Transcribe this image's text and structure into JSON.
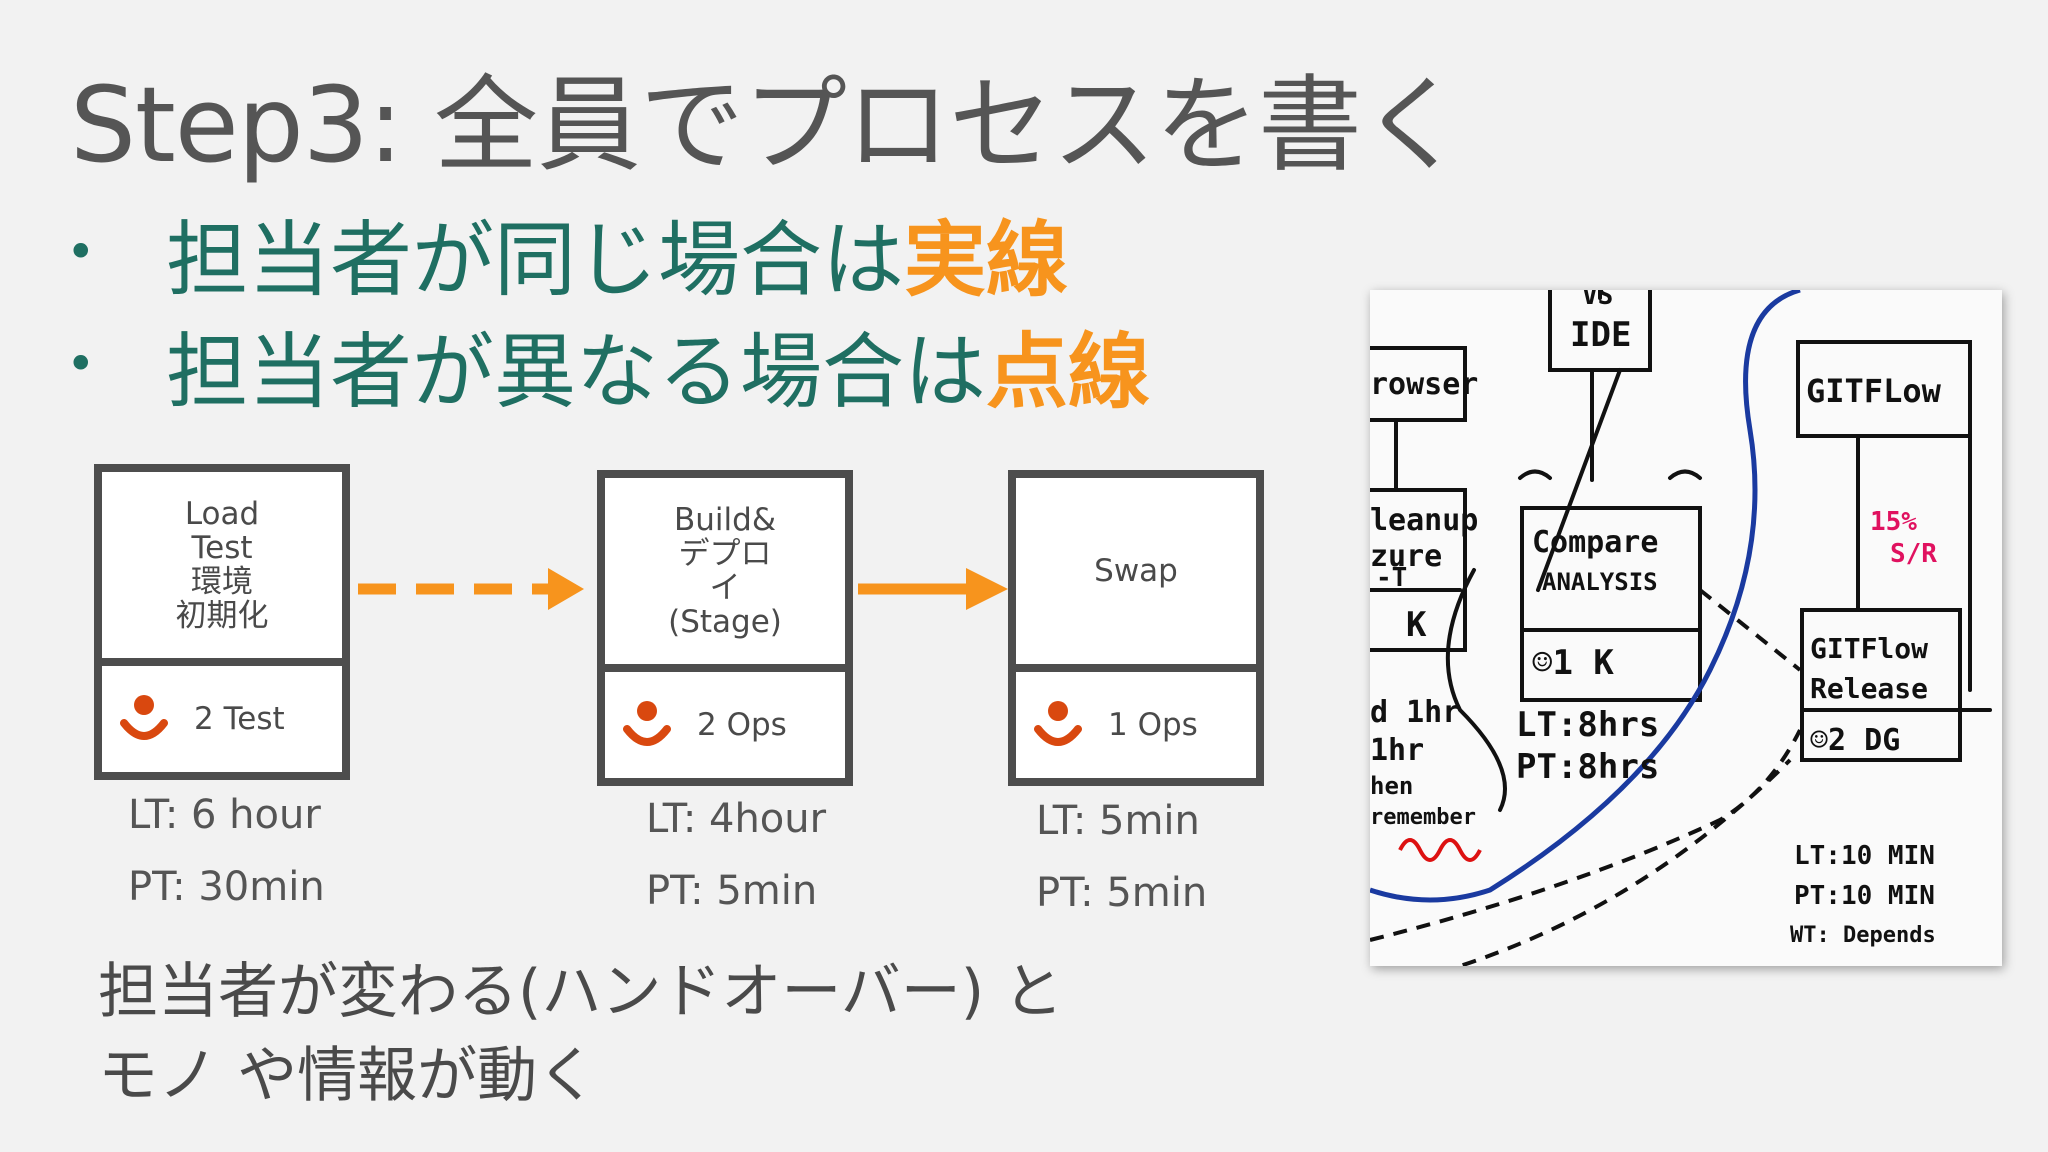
{
  "title": "Step3: 全員でプロセスを書く",
  "bullets": [
    {
      "text": "担当者が同じ場合は",
      "highlight": "実線"
    },
    {
      "text": "担当者が異なる場合は",
      "highlight": "点線"
    }
  ],
  "steps": [
    {
      "name": "Load\nTest\n環境\n初期化",
      "owner": "2 Test",
      "lt": "LT: 6 hour",
      "pt": "PT: 30min"
    },
    {
      "name": "Build&\nデプロ\nイ\n(Stage)",
      "owner": "2 Ops",
      "lt": "LT: 4hour",
      "pt": "PT: 5min"
    },
    {
      "name": "Swap",
      "owner": "1 Ops",
      "lt": "LT: 5min",
      "pt": "PT: 5min"
    }
  ],
  "note": {
    "line1": "担当者が変わる(ハンドオーバー) と",
    "line2": "モノ や情報が動く"
  },
  "whiteboard": {
    "ide": "IDE",
    "vs": "VS",
    "browser": "rowser",
    "gitflow": "GITFLow",
    "compare1": "Compare",
    "compare2": "ANALYSIS",
    "cleanup1": "leanup",
    "cleanup2": "zure",
    "cleanup3": "-T",
    "k1": "K",
    "smiley_k": "☺1  K",
    "lt": "LT:8hrs",
    "pt": "PT:8hrs",
    "d1hr": "d 1hr",
    "hr": "1hr",
    "hen": "hen",
    "remember": "remember",
    "release1": "GITFlow",
    "release2": "Release",
    "dg": "☺2 DG",
    "lt2": "LT:10 MIN",
    "pt2": "PT:10 MIN",
    "wt": "WT: Depends",
    "red_note1": "15%",
    "red_note2": "S/R"
  },
  "colors": {
    "accent": "#f7941d",
    "teal": "#1f6f62",
    "box_border": "#4d4d4d",
    "person": "#d9480f"
  }
}
